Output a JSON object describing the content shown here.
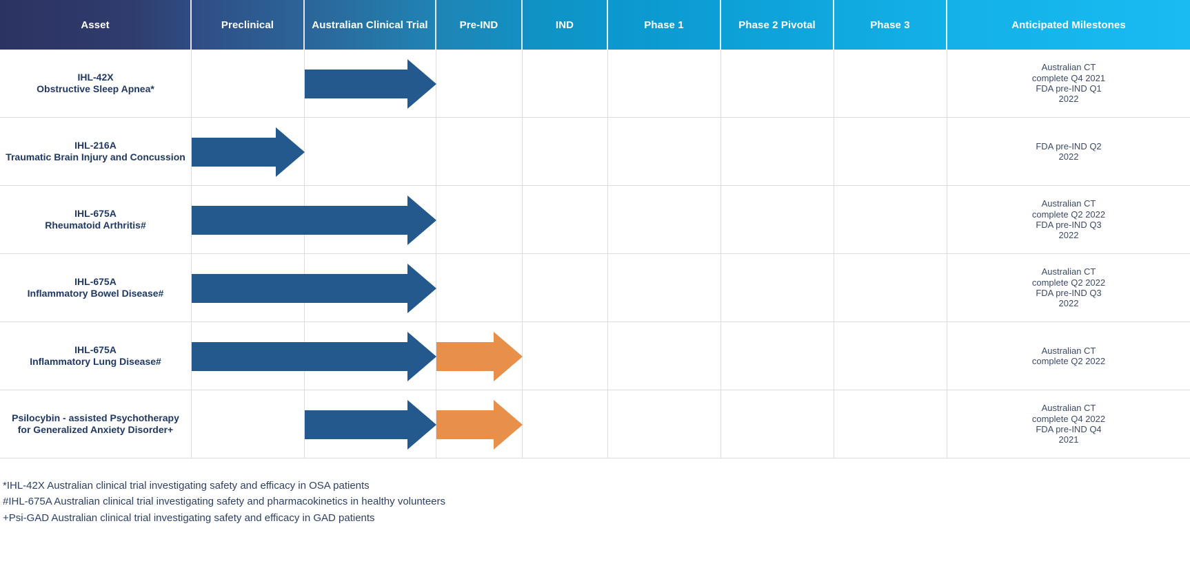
{
  "table": {
    "columns": [
      {
        "key": "asset",
        "label": "Asset"
      },
      {
        "key": "preclinical",
        "label": "Preclinical"
      },
      {
        "key": "aus_ct",
        "label": "Australian Clinical Trial"
      },
      {
        "key": "pre_ind",
        "label": "Pre-IND"
      },
      {
        "key": "ind",
        "label": "IND"
      },
      {
        "key": "phase1",
        "label": "Phase 1"
      },
      {
        "key": "phase2",
        "label": "Phase 2 Pivotal"
      },
      {
        "key": "phase3",
        "label": "Phase 3"
      },
      {
        "key": "milestones",
        "label": "Anticipated Milestones"
      }
    ],
    "rows": [
      {
        "asset_code": "IHL-42X",
        "asset_indication": "Obstructive Sleep Apnea*",
        "milestones": [
          "Australian CT",
          "complete Q4 2021",
          "FDA pre-IND Q1",
          "2022"
        ],
        "bars": [
          {
            "color": "blue",
            "start_col": "aus_ct",
            "end_col": "aus_ct"
          }
        ]
      },
      {
        "asset_code": "IHL-216A",
        "asset_indication": "Traumatic Brain Injury and Concussion",
        "milestones": [
          "FDA pre-IND Q2",
          "2022"
        ],
        "bars": [
          {
            "color": "blue",
            "start_col": "preclinical",
            "end_col": "preclinical"
          }
        ]
      },
      {
        "asset_code": "IHL-675A",
        "asset_indication": "Rheumatoid Arthritis#",
        "milestones": [
          "Australian CT",
          "complete Q2 2022",
          "FDA pre-IND Q3",
          "2022"
        ],
        "bars": [
          {
            "color": "blue",
            "start_col": "preclinical",
            "end_col": "aus_ct"
          }
        ]
      },
      {
        "asset_code": "IHL-675A",
        "asset_indication": "Inflammatory Bowel Disease#",
        "milestones": [
          "Australian CT",
          "complete Q2 2022",
          "FDA pre-IND Q3",
          "2022"
        ],
        "bars": [
          {
            "color": "blue",
            "start_col": "preclinical",
            "end_col": "aus_ct"
          }
        ]
      },
      {
        "asset_code": "IHL-675A",
        "asset_indication": "Inflammatory Lung Disease#",
        "milestones": [
          "Australian CT",
          "complete Q2 2022"
        ],
        "bars": [
          {
            "color": "blue",
            "start_col": "preclinical",
            "end_col": "aus_ct"
          },
          {
            "color": "orange",
            "start_col": "pre_ind",
            "end_col": "pre_ind"
          }
        ]
      },
      {
        "asset_code": "Psilocybin - assisted Psychotherapy",
        "asset_indication": "for Generalized Anxiety Disorder+",
        "milestones": [
          "Australian CT",
          "complete Q4 2022",
          "FDA pre-IND Q4",
          "2021"
        ],
        "bars": [
          {
            "color": "blue",
            "start_col": "aus_ct",
            "end_col": "aus_ct"
          },
          {
            "color": "orange",
            "start_col": "pre_ind",
            "end_col": "pre_ind"
          }
        ]
      }
    ]
  },
  "footnotes": [
    "*IHL-42X Australian clinical trial investigating safety and efficacy in OSA patients",
    "#IHL-675A Australian clinical trial investigating safety and pharmacokinetics in healthy volunteers",
    "+Psi-GAD Australian clinical trial investigating safety and efficacy in GAD patients"
  ],
  "colors": {
    "bar_blue": "#23598C",
    "bar_orange": "#E8904A",
    "header_start": "#2c3362",
    "header_end": "#18bcf2",
    "asset_text": "#1f3864",
    "milestone_text": "#3d4a68",
    "grid_line": "#dcdcde"
  }
}
